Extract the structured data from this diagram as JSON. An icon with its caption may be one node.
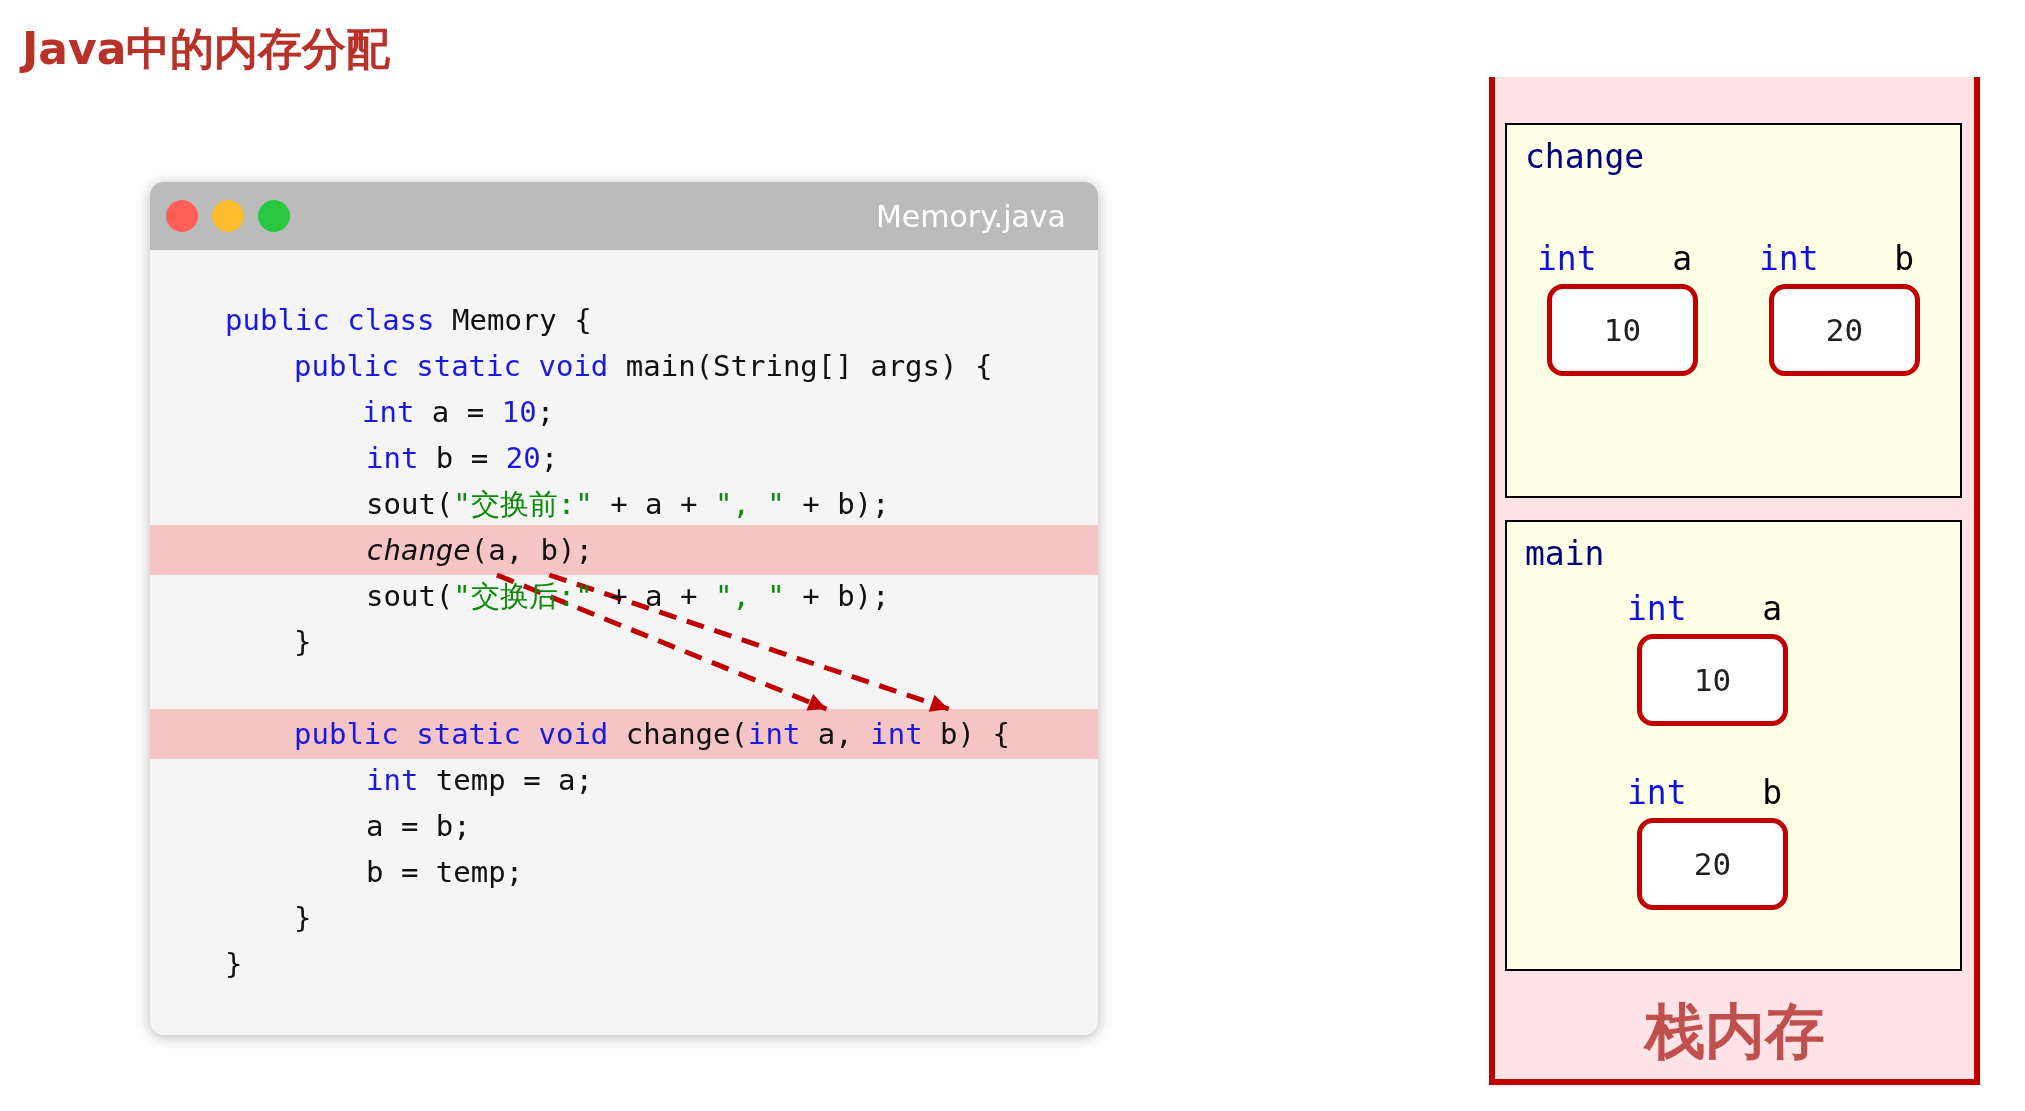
{
  "diagram": {
    "title": "Java中的内存分配",
    "nodes": [
      {
        "text": [
          "Memory.java",
          "public class Memory {",
          "public static void main(String[] args) {",
          "int a = 10;",
          "int b = 20;",
          "sout(\"交换前:\" + a + \", \" + b);",
          "sout(\"交换后:\" + a + \", \" + b);",
          "}",
          "int temp = a;",
          "a = b;",
          "b = temp;",
          "}",
          "}"
        ]
      },
      {
        "text": [
          "*change*(a, b);"
        ],
        "in": 0
      },
      {
        "text": [
          "public static void change(int a, int b) {"
        ],
        "in": 0
      },
      {
        "text": [
          "栈内存"
        ]
      },
      {
        "text": [
          "change"
        ],
        "in": 3
      },
      {
        "text": [
          "int",
          "a",
          "10"
        ],
        "in": 4
      },
      {
        "text": [
          "int",
          "b",
          "20"
        ],
        "in": 4
      },
      {
        "text": [
          "main"
        ],
        "in": 3
      },
      {
        "text": [
          "int",
          "a",
          "10"
        ],
        "in": 7
      },
      {
        "text": [
          "int",
          "b",
          "20"
        ],
        "in": 7
      }
    ],
    "edges": [
      {
        "from": 1,
        "to": 2,
        "arrow": "to",
        "style": "dashed"
      },
      {
        "from": 1,
        "to": 2,
        "arrow": "to",
        "style": "dashed"
      }
    ]
  }
}
